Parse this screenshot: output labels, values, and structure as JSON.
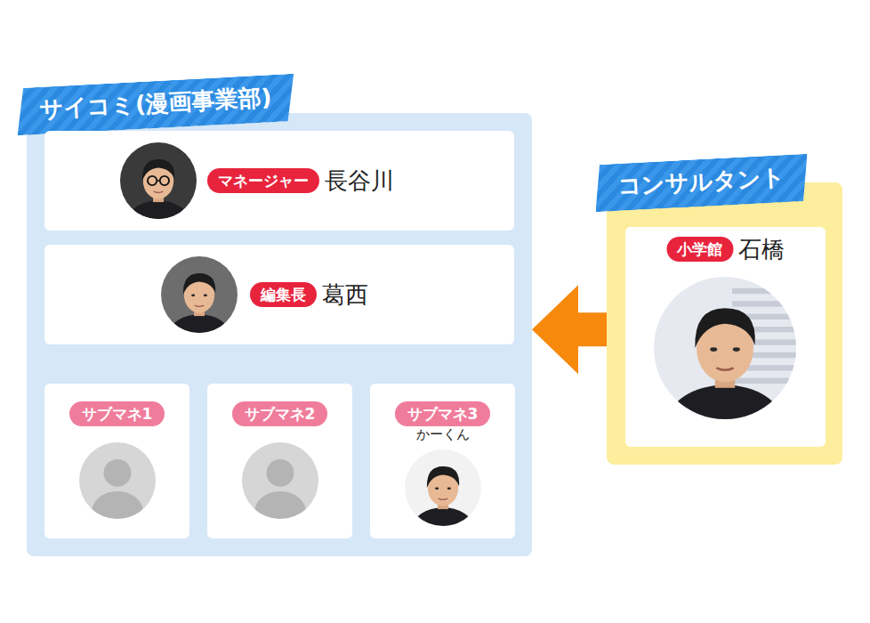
{
  "diagram": {
    "nodes": [
      {
        "text": [
          "サイコミ(漫画事業部)"
        ]
      },
      {
        "text": [
          "マネージャー",
          "長谷川"
        ],
        "in": 0
      },
      {
        "text": [
          "編集長",
          "葛西"
        ],
        "in": 0
      },
      {
        "text": [
          "サブマネ1"
        ],
        "in": 0
      },
      {
        "text": [
          "サブマネ2"
        ],
        "in": 0
      },
      {
        "text": [
          "サブマネ3",
          "かーくん"
        ],
        "in": 0
      },
      {
        "text": [
          "コンサルタント"
        ]
      },
      {
        "text": [
          "小学館",
          "石橋"
        ],
        "in": 6
      }
    ],
    "edges": [
      {
        "from": 1,
        "to": 2,
        "arrow": "none"
      },
      {
        "from": 2,
        "to": 3,
        "arrow": "none"
      },
      {
        "from": 2,
        "to": 4,
        "arrow": "none"
      },
      {
        "from": 2,
        "to": 5,
        "arrow": "none"
      },
      {
        "from": 6,
        "to": 2,
        "arrow": "to"
      }
    ]
  }
}
